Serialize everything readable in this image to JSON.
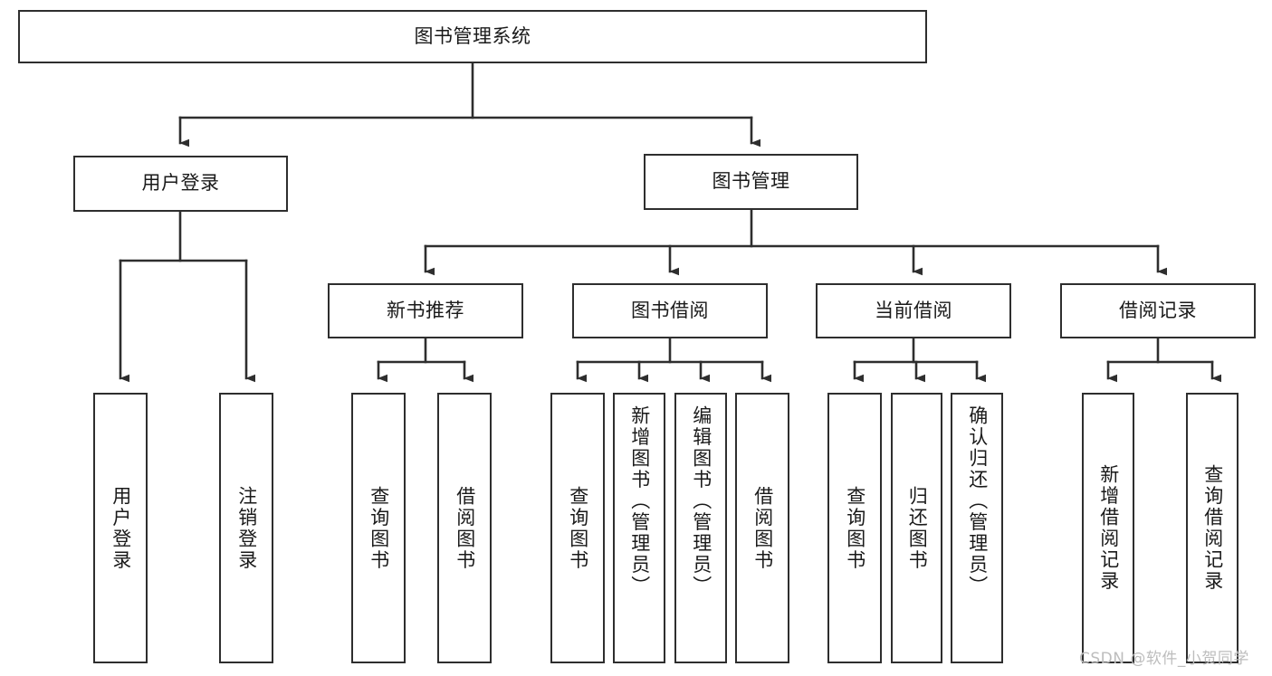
{
  "diagram": {
    "type": "hierarchy-tree",
    "title": "图书管理系统",
    "watermark": "CSDN @软件_小贺同学",
    "colors": {
      "box_border": "#2e2e2e",
      "box_fill": "#ffffff",
      "connector": "#2e2e2e",
      "text": "#1a1a1a",
      "watermark": "#bdbdbd",
      "background": "#ffffff"
    },
    "root": {
      "label": "图书管理系统"
    },
    "level2": [
      {
        "label": "用户登录"
      },
      {
        "label": "图书管理"
      }
    ],
    "level3": [
      {
        "label": "新书推荐"
      },
      {
        "label": "图书借阅"
      },
      {
        "label": "当前借阅"
      },
      {
        "label": "借阅记录"
      }
    ],
    "leaves": {
      "user_login": [
        {
          "label": "用户登录"
        },
        {
          "label": "注销登录"
        }
      ],
      "new_book_recommend": [
        {
          "label": "查询图书"
        },
        {
          "label": "借阅图书"
        }
      ],
      "book_borrow": [
        {
          "label": "查询图书"
        },
        {
          "label": "新增图书（管理员）"
        },
        {
          "label": "编辑图书（管理员）"
        },
        {
          "label": "借阅图书"
        }
      ],
      "current_borrow": [
        {
          "label": "查询图书"
        },
        {
          "label": "归还图书"
        },
        {
          "label": "确认归还（管理员）"
        }
      ],
      "borrow_record": [
        {
          "label": "新增借阅记录"
        },
        {
          "label": "查询借阅记录"
        }
      ]
    }
  }
}
